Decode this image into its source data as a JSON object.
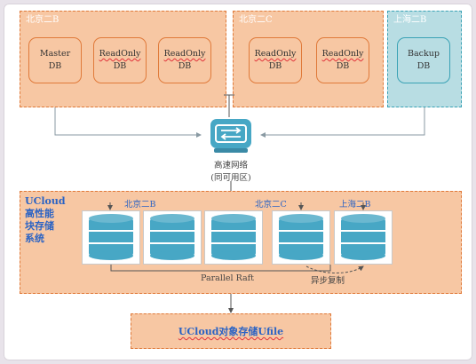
{
  "zones": {
    "beijing_b": {
      "label": "北京二B"
    },
    "beijing_c": {
      "label": "北京二C"
    },
    "shanghai_b": {
      "label": "上海二B"
    }
  },
  "databases": [
    {
      "line1": "Master",
      "line2": "DB"
    },
    {
      "line1": "ReadOnly",
      "line2": "DB"
    },
    {
      "line1": "ReadOnly",
      "line2": "DB"
    },
    {
      "line1": "ReadOnly",
      "line2": "DB"
    },
    {
      "line1": "ReadOnly",
      "line2": "DB"
    },
    {
      "line1": "Backup",
      "line2": "DB"
    }
  ],
  "network": {
    "line1": "高速网络",
    "line2": "(同可用区)"
  },
  "storage": {
    "title_lines": [
      "UCloud",
      "高性能",
      "块存储",
      "系统"
    ],
    "zone_labels": [
      "北京二B",
      "北京二C",
      "上海二B"
    ],
    "parallel_raft": "Parallel Raft",
    "async_copy": "异步复制"
  },
  "object_storage": {
    "label": "UCloud对象存储Ufile"
  },
  "colors": {
    "orange_fill": "#f7c7a3",
    "orange_border": "#e07a3a",
    "blue_fill": "#b8dde3",
    "blue_border": "#3aa2b5",
    "disk_blue": "#47a7c5",
    "arrow_gray": "#8a9aa3",
    "title_blue": "#2b63c4"
  }
}
